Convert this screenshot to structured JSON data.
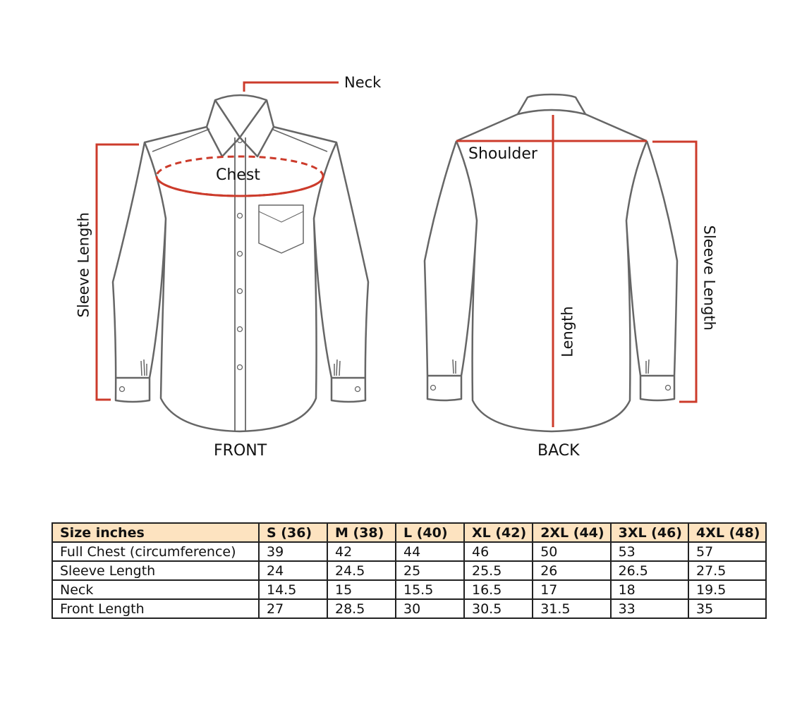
{
  "diagram": {
    "labels": {
      "neck": "Neck",
      "chest": "Chest",
      "sleeve_length_front": "Sleeve Length",
      "shoulder": "Shoulder",
      "length": "Length",
      "sleeve_length_back": "Sleeve Length",
      "front": "FRONT",
      "back": "BACK"
    },
    "colors": {
      "measure_line": "#cc3b2b",
      "outline": "#666666",
      "header_bg": "#fde3c0"
    }
  },
  "table": {
    "header": [
      "Size inches",
      "S (36)",
      "M (38)",
      "L (40)",
      "XL (42)",
      "2XL (44)",
      "3XL (46)",
      "4XL (48)"
    ],
    "rows": [
      [
        "Full Chest (circumference)",
        "39",
        "42",
        "44",
        "46",
        "50",
        "53",
        "57"
      ],
      [
        "Sleeve Length",
        "24",
        "24.5",
        "25",
        "25.5",
        "26",
        "26.5",
        "27.5"
      ],
      [
        "Neck",
        "14.5",
        "15",
        "15.5",
        "16.5",
        "17",
        "18",
        "19.5"
      ],
      [
        "Front Length",
        "27",
        "28.5",
        "30",
        "30.5",
        "31.5",
        "33",
        "35"
      ]
    ]
  }
}
